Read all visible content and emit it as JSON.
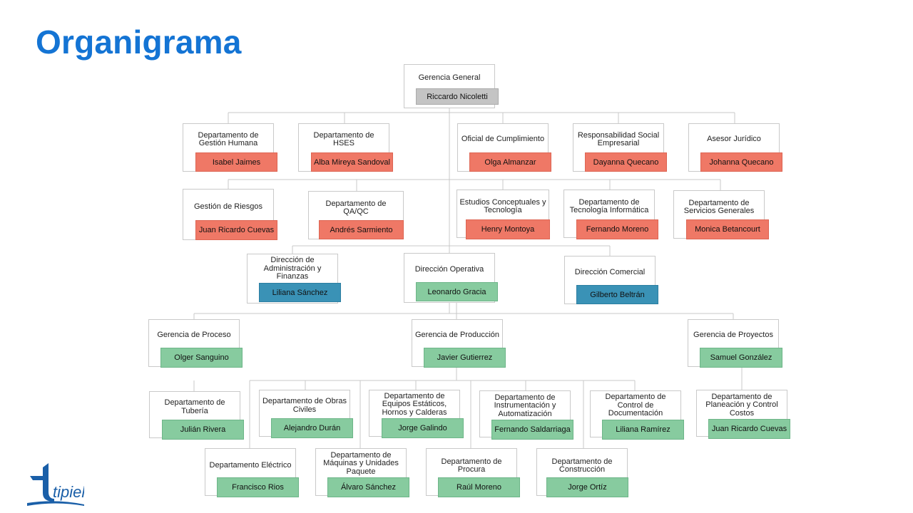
{
  "title": "Organigrama",
  "colors": {
    "title": "#1474d4",
    "red": "#ef7866",
    "green": "#87cb9f",
    "blue": "#3a92b6",
    "gray": "#c4c4c4",
    "line": "#c9c9c9"
  },
  "logo": {
    "text": "tipiel",
    "icon": "tipiel-logo-icon"
  },
  "nodes": {
    "gg": {
      "role": "Gerencia General",
      "name": "Riccardo Nicoletti"
    },
    "dgh": {
      "role": "Departamento de\nGestión Humana",
      "name": "Isabel Jaimes"
    },
    "hses": {
      "role": "Departamento de\nHSES",
      "name": "Alba Mireya Sandoval"
    },
    "oc": {
      "role": "Oficial de Cumplimiento",
      "name": "Olga Almanzar"
    },
    "rse": {
      "role": "Responsabilidad Social\nEmpresarial",
      "name": "Dayanna Quecano"
    },
    "aj": {
      "role": "Asesor Jurídico",
      "name": "Johanna Quecano"
    },
    "gr": {
      "role": "Gestión de Riesgos",
      "name": "Juan Ricardo Cuevas"
    },
    "qa": {
      "role": "Departamento de\nQA/QC",
      "name": "Andrés Sarmiento"
    },
    "ect": {
      "role": "Estudios Conceptuales y\nTecnología",
      "name": "Henry Montoya"
    },
    "dti": {
      "role": "Departamento de\nTecnología Informática",
      "name": "Fernando Moreno"
    },
    "dsg": {
      "role": "Departamento de\nServicios Generales",
      "name": "Monica Betancourt"
    },
    "daf": {
      "role": "Dirección de\nAdministración y\nFinanzas",
      "name": "Liliana Sánchez"
    },
    "dop": {
      "role": "Dirección Operativa",
      "name": "Leonardo Gracia"
    },
    "dcom": {
      "role": "Dirección Comercial",
      "name": "Gilberto Beltrán"
    },
    "gpro": {
      "role": "Gerencia de Proceso",
      "name": "Olger Sanguino"
    },
    "gprod": {
      "role": "Gerencia de Producción",
      "name": "Javier Gutierrez"
    },
    "gproy": {
      "role": "Gerencia de Proyectos",
      "name": "Samuel González"
    },
    "tub": {
      "role": "Departamento de\nTubería",
      "name": "Julián Rivera"
    },
    "obras": {
      "role": "Departamento de Obras\nCiviles",
      "name": "Alejandro Durán"
    },
    "equip": {
      "role": "Departamento de\nEquipos Estáticos,\nHornos y Calderas",
      "name": "Jorge Galindo"
    },
    "instr": {
      "role": "Departamento de\nInstrumentación y\nAutomatización",
      "name": "Fernando Saldarriaga"
    },
    "doc": {
      "role": "Departamento de\nControl de\nDocumentación",
      "name": "Liliana Ramírez"
    },
    "plan": {
      "role": "Departamento de\nPlaneación y Control\nCostos",
      "name": "Juan Ricardo Cuevas"
    },
    "elec": {
      "role": "Departamento Eléctrico",
      "name": "Francisco Rios"
    },
    "maq": {
      "role": "Departamento de\nMáquinas y Unidades\nPaquete",
      "name": "Álvaro Sánchez"
    },
    "proc": {
      "role": "Departamento de\nProcura",
      "name": "Raúl Moreno"
    },
    "const": {
      "role": "Departamento de\nConstrucción",
      "name": "Jorge Ortíz"
    }
  }
}
